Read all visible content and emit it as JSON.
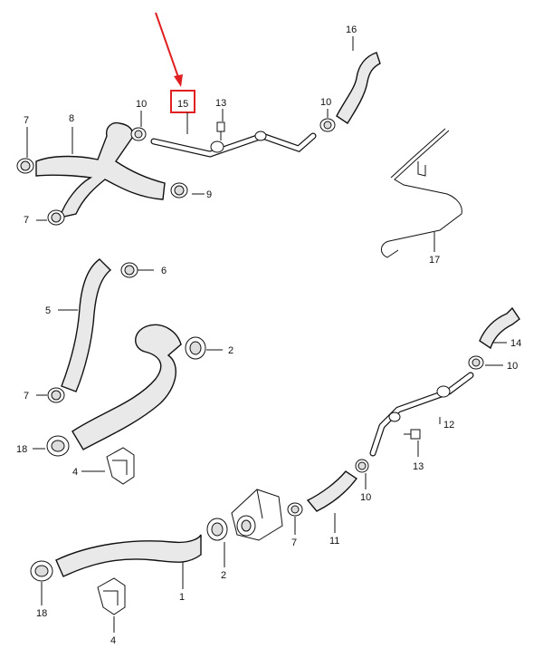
{
  "callouts": {
    "c1": "1",
    "c2a": "2",
    "c2b": "2",
    "c4a": "4",
    "c4b": "4",
    "c5": "5",
    "c6": "6",
    "c7a": "7",
    "c7b": "7",
    "c7c": "7",
    "c7d": "7",
    "c8": "8",
    "c9": "9",
    "c10a": "10",
    "c10b": "10",
    "c10c": "10",
    "c10d": "10",
    "c11": "11",
    "c12": "12",
    "c13a": "13",
    "c13b": "13",
    "c14": "14",
    "c15": "15",
    "c16": "16",
    "c17": "17",
    "c18a": "18",
    "c18b": "18"
  },
  "highlight": {
    "color": "#e02020"
  }
}
